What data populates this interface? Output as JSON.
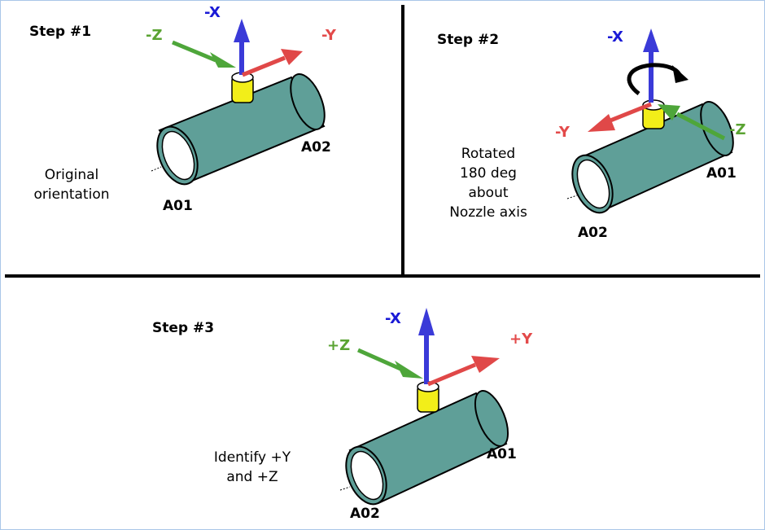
{
  "panels": [
    {
      "step": "Step #1",
      "note": [
        "Original",
        "orientation"
      ],
      "end_left": "A01",
      "end_right": "A02",
      "axes": {
        "x": "-X",
        "y": "-Y",
        "z": "-Z"
      }
    },
    {
      "step": "Step #2",
      "note": [
        "Rotated",
        "180 deg",
        "about",
        "Nozzle axis"
      ],
      "end_left": "A02",
      "end_right": "A01",
      "axes": {
        "x": "-X",
        "y": "-Y",
        "z": "-Z"
      }
    },
    {
      "step": "Step #3",
      "note": [
        "Identify +Y",
        "and +Z"
      ],
      "end_left": "A02",
      "end_right": "A01",
      "axes": {
        "x": "-X",
        "y": "+Y",
        "z": "+Z"
      }
    }
  ],
  "colors": {
    "pipe": "#5f9f98",
    "nozzle": "#f2ee19",
    "axis_x": "#3a3ad8",
    "axis_y": "#e04848",
    "axis_z": "#4ea63a",
    "divider": "#000000"
  }
}
